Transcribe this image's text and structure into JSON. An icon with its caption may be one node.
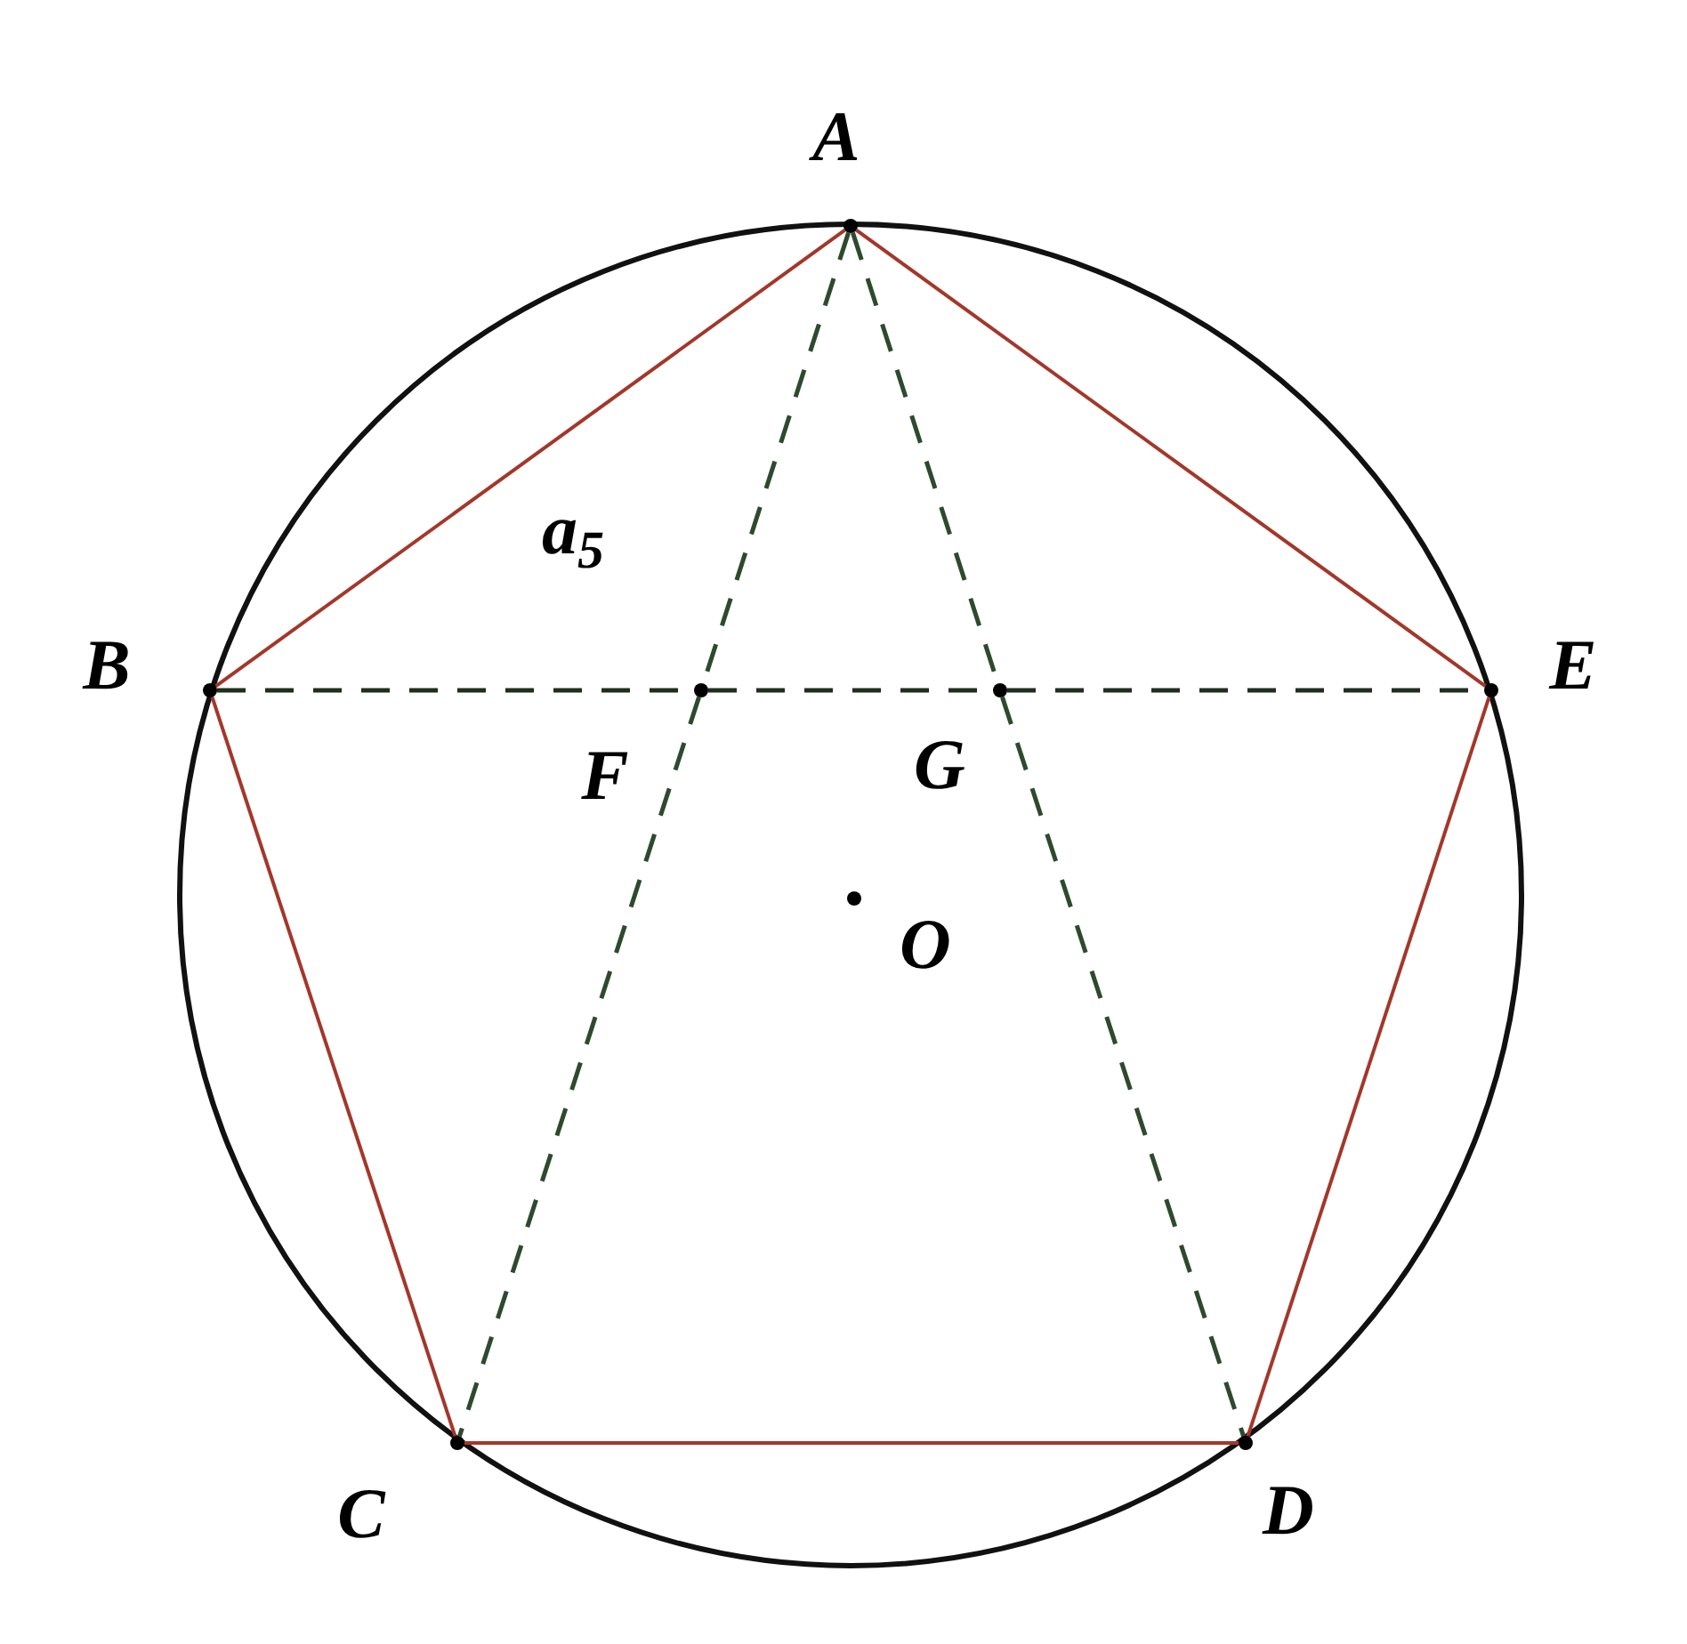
{
  "diagram": {
    "nodes": [
      {
        "text": [
          "A"
        ]
      },
      {
        "text": [
          "B"
        ]
      },
      {
        "text": [
          "C"
        ]
      },
      {
        "text": [
          "D"
        ]
      },
      {
        "text": [
          "E"
        ]
      },
      {
        "text": [
          "F"
        ]
      },
      {
        "text": [
          "G"
        ]
      },
      {
        "text": [
          "O"
        ]
      }
    ],
    "edges": [
      {
        "from": 0,
        "to": 1,
        "arrow": "none",
        "label": "a$_{5}$",
        "color": "#a3372a"
      },
      {
        "from": 1,
        "to": 2,
        "arrow": "none",
        "color": "#a3372a"
      },
      {
        "from": 2,
        "to": 3,
        "arrow": "none",
        "color": "#a3372a"
      },
      {
        "from": 3,
        "to": 4,
        "arrow": "none",
        "color": "#a3372a"
      },
      {
        "from": 4,
        "to": 0,
        "arrow": "none",
        "color": "#a3372a"
      },
      {
        "from": 1,
        "to": 5,
        "arrow": "none",
        "style": "dashed",
        "color": "#1f2f1f"
      },
      {
        "from": 5,
        "to": 6,
        "arrow": "none",
        "style": "dashed",
        "color": "#1f2f1f"
      },
      {
        "from": 6,
        "to": 4,
        "arrow": "none",
        "style": "dashed",
        "color": "#1f2f1f"
      },
      {
        "from": 0,
        "to": 5,
        "arrow": "none",
        "style": "dashed",
        "color": "#2e4a2e"
      },
      {
        "from": 5,
        "to": 2,
        "arrow": "none",
        "style": "dashed",
        "color": "#2e4a2e"
      },
      {
        "from": 0,
        "to": 6,
        "arrow": "none",
        "style": "dashed",
        "color": "#2e4a2e"
      },
      {
        "from": 6,
        "to": 3,
        "arrow": "none",
        "style": "dashed",
        "color": "#2e4a2e"
      }
    ]
  }
}
